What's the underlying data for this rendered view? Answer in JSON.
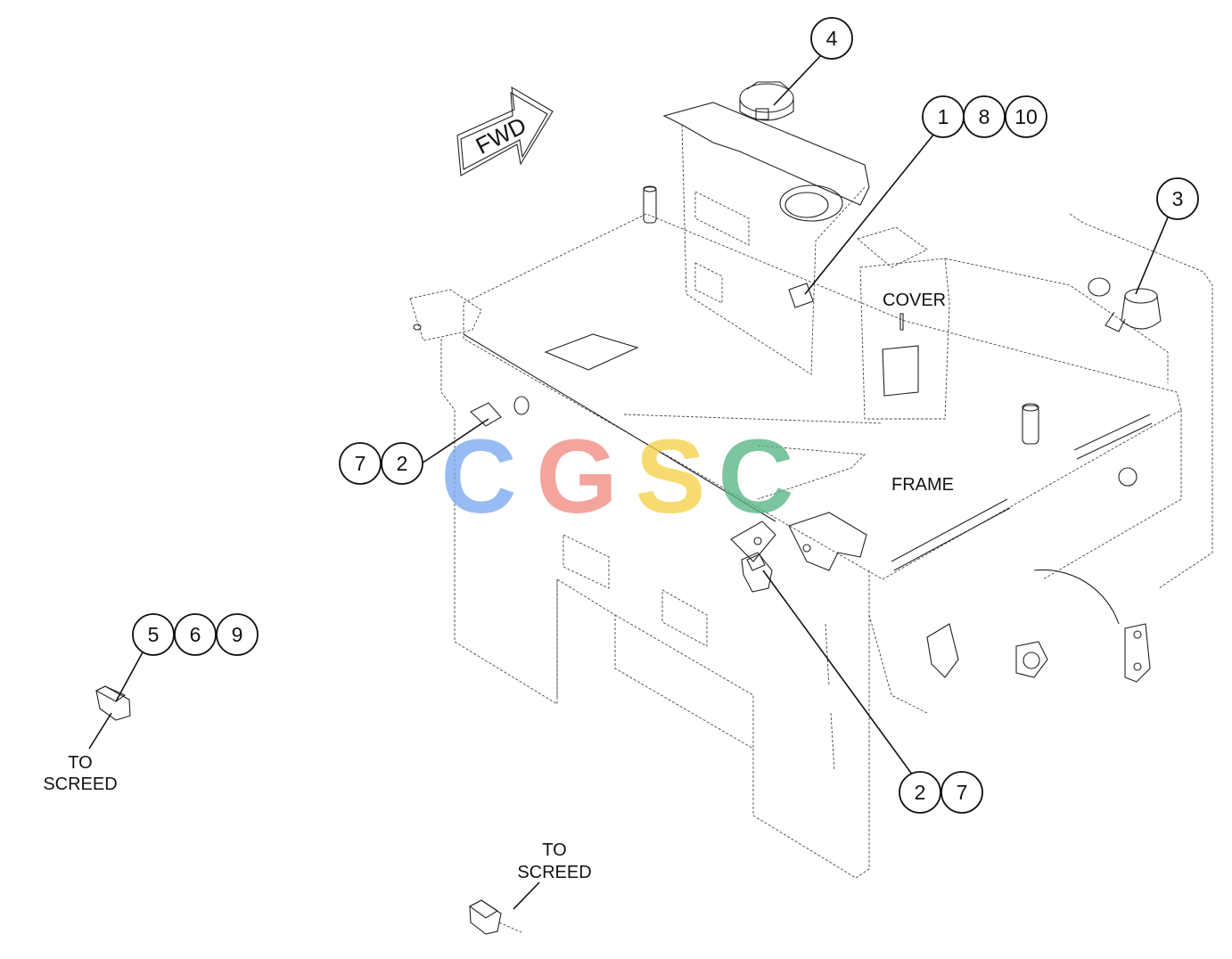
{
  "labels": {
    "fwd": "FWD",
    "cover": "COVER",
    "frame": "FRAME",
    "to_screed_left_1": "TO",
    "to_screed_left_2": "SCREED",
    "to_screed_bottom_1": "TO",
    "to_screed_bottom_2": "SCREED"
  },
  "callouts": {
    "c4": "4",
    "c1": "1",
    "c8": "8",
    "c10": "10",
    "c3": "3",
    "c7a": "7",
    "c2a": "2",
    "c5": "5",
    "c6": "6",
    "c9": "9",
    "c2b": "2",
    "c7b": "7"
  },
  "watermark": {
    "letters": [
      "C",
      "G",
      "S",
      "C"
    ],
    "colors": [
      "#7aa8f0",
      "#f08b82",
      "#f5d24a",
      "#59b487"
    ]
  }
}
